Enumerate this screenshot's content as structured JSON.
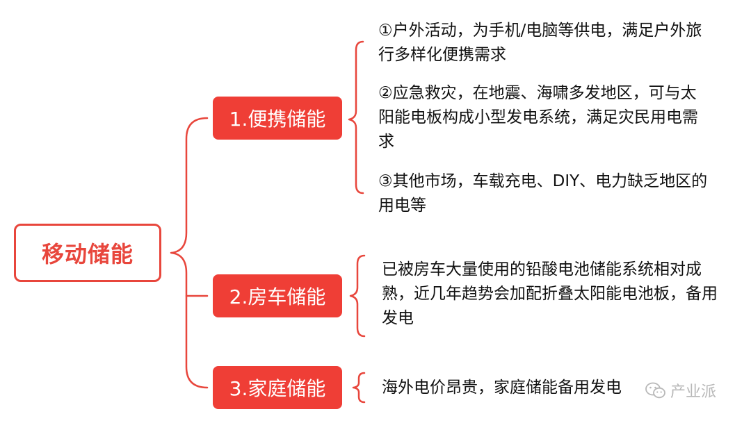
{
  "root": {
    "label": "移动储能"
  },
  "branches": [
    {
      "label": "1.便携储能"
    },
    {
      "label": "2.房车储能"
    },
    {
      "label": "3.家庭储能"
    }
  ],
  "leaves": {
    "portable": [
      "①户外活动，为手机/电脑等供电，满足户外旅行多样化便携需求",
      "②应急救灾，在地震、海啸多发地区，可与太阳能电板构成小型发电系统，满足灾民用电需求",
      "③其他市场，车载充电、DIY、电力缺乏地区的用电等"
    ],
    "rv": "已被房车大量使用的铅酸电池储能系统相对成熟，近几年趋势会加配折叠太阳能电池板，备用发电",
    "home": "海外电价昂贵，家庭储能备用发电"
  },
  "watermark": {
    "text": "产业派",
    "icon": "wechat-icon"
  },
  "colors": {
    "accent": "#ef3e36",
    "root_border": "#e8463c",
    "watermark": "#b8b8b8"
  }
}
